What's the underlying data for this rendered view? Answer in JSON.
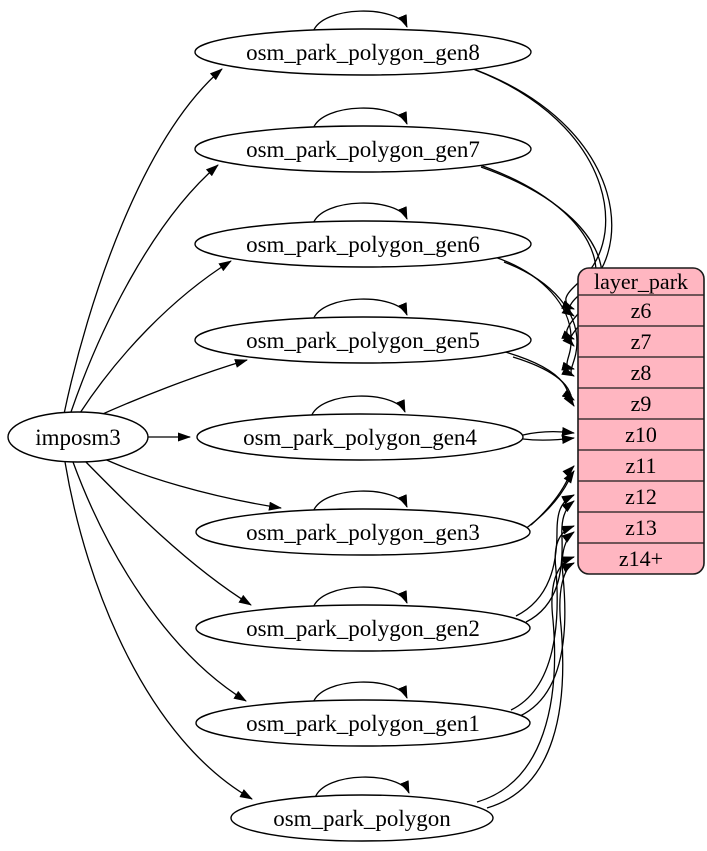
{
  "diagram": {
    "kind": "etl-graph",
    "source_node": {
      "label": "imposm3"
    },
    "table_nodes": [
      {
        "label": "osm_park_polygon_gen8",
        "feeds_zoom": "z6"
      },
      {
        "label": "osm_park_polygon_gen7",
        "feeds_zoom": "z7"
      },
      {
        "label": "osm_park_polygon_gen6",
        "feeds_zoom": "z8"
      },
      {
        "label": "osm_park_polygon_gen5",
        "feeds_zoom": "z9"
      },
      {
        "label": "osm_park_polygon_gen4",
        "feeds_zoom": "z10"
      },
      {
        "label": "osm_park_polygon_gen3",
        "feeds_zoom": "z11"
      },
      {
        "label": "osm_park_polygon_gen2",
        "feeds_zoom": "z12"
      },
      {
        "label": "osm_park_polygon_gen1",
        "feeds_zoom": "z13"
      },
      {
        "label": "osm_park_polygon",
        "feeds_zoom": "z14+"
      }
    ],
    "record_node": {
      "title": "layer_park",
      "rows": [
        "z6",
        "z7",
        "z8",
        "z9",
        "z10",
        "z11",
        "z12",
        "z13",
        "z14+"
      ]
    },
    "edges": [
      {
        "from": "imposm3",
        "to": "osm_park_polygon_gen8",
        "count": 1
      },
      {
        "from": "imposm3",
        "to": "osm_park_polygon_gen7",
        "count": 1
      },
      {
        "from": "imposm3",
        "to": "osm_park_polygon_gen6",
        "count": 1
      },
      {
        "from": "imposm3",
        "to": "osm_park_polygon_gen5",
        "count": 1
      },
      {
        "from": "imposm3",
        "to": "osm_park_polygon_gen4",
        "count": 1
      },
      {
        "from": "imposm3",
        "to": "osm_park_polygon_gen3",
        "count": 1
      },
      {
        "from": "imposm3",
        "to": "osm_park_polygon_gen2",
        "count": 1
      },
      {
        "from": "imposm3",
        "to": "osm_park_polygon_gen1",
        "count": 1
      },
      {
        "from": "imposm3",
        "to": "osm_park_polygon",
        "count": 1
      },
      {
        "from": "osm_park_polygon_gen8",
        "to": "osm_park_polygon_gen8",
        "self_loop": true
      },
      {
        "from": "osm_park_polygon_gen7",
        "to": "osm_park_polygon_gen7",
        "self_loop": true
      },
      {
        "from": "osm_park_polygon_gen6",
        "to": "osm_park_polygon_gen6",
        "self_loop": true
      },
      {
        "from": "osm_park_polygon_gen5",
        "to": "osm_park_polygon_gen5",
        "self_loop": true
      },
      {
        "from": "osm_park_polygon_gen4",
        "to": "osm_park_polygon_gen4",
        "self_loop": true
      },
      {
        "from": "osm_park_polygon_gen3",
        "to": "osm_park_polygon_gen3",
        "self_loop": true
      },
      {
        "from": "osm_park_polygon_gen2",
        "to": "osm_park_polygon_gen2",
        "self_loop": true
      },
      {
        "from": "osm_park_polygon_gen1",
        "to": "osm_park_polygon_gen1",
        "self_loop": true
      },
      {
        "from": "osm_park_polygon",
        "to": "osm_park_polygon",
        "self_loop": true
      },
      {
        "from": "osm_park_polygon_gen8",
        "to": "layer_park:z6",
        "count": 2
      },
      {
        "from": "osm_park_polygon_gen7",
        "to": "layer_park:z7",
        "count": 2
      },
      {
        "from": "osm_park_polygon_gen6",
        "to": "layer_park:z8",
        "count": 2
      },
      {
        "from": "osm_park_polygon_gen5",
        "to": "layer_park:z9",
        "count": 2
      },
      {
        "from": "osm_park_polygon_gen4",
        "to": "layer_park:z10",
        "count": 2
      },
      {
        "from": "osm_park_polygon_gen3",
        "to": "layer_park:z11",
        "count": 2
      },
      {
        "from": "osm_park_polygon_gen2",
        "to": "layer_park:z12",
        "count": 2
      },
      {
        "from": "osm_park_polygon_gen1",
        "to": "layer_park:z13",
        "count": 2
      },
      {
        "from": "osm_park_polygon",
        "to": "layer_park:z14+",
        "count": 2
      }
    ],
    "colors": {
      "background": "#ffffff",
      "node_fill": "#ffffff",
      "record_fill": "#ffb6c1",
      "stroke": "#000000"
    }
  }
}
